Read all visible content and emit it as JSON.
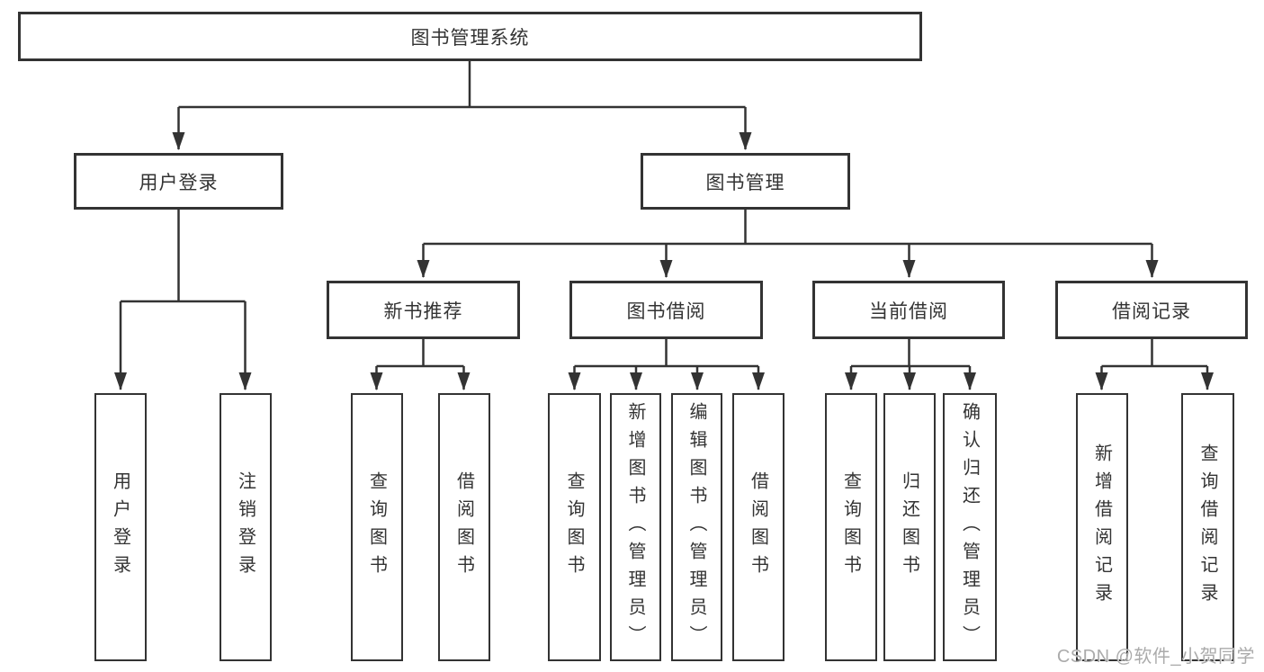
{
  "diagram": {
    "root": {
      "label": "图书管理系统",
      "children": [
        {
          "label": "用户登录",
          "children": [
            {
              "label": "用户登录"
            },
            {
              "label": "注销登录"
            }
          ]
        },
        {
          "label": "图书管理",
          "children": [
            {
              "label": "新书推荐",
              "children": [
                {
                  "label": "查询图书"
                },
                {
                  "label": "借阅图书"
                }
              ]
            },
            {
              "label": "图书借阅",
              "children": [
                {
                  "label": "查询图书"
                },
                {
                  "label": "新增图书（管理员）"
                },
                {
                  "label": "编辑图书（管理员）"
                },
                {
                  "label": "借阅图书"
                }
              ]
            },
            {
              "label": "当前借阅",
              "children": [
                {
                  "label": "查询图书"
                },
                {
                  "label": "归还图书"
                },
                {
                  "label": "确认归还（管理员）"
                }
              ]
            },
            {
              "label": "借阅记录",
              "children": [
                {
                  "label": "新增借阅记录"
                },
                {
                  "label": "查询借阅记录"
                }
              ]
            }
          ]
        }
      ]
    }
  },
  "watermark": {
    "text": "CSDN @软件_小贺同学"
  },
  "colors": {
    "line": "#333333",
    "box_border": "#333333",
    "box_fill": "#ffffff",
    "text": "#333333",
    "watermark": "#ababab",
    "background": "#ffffff"
  }
}
